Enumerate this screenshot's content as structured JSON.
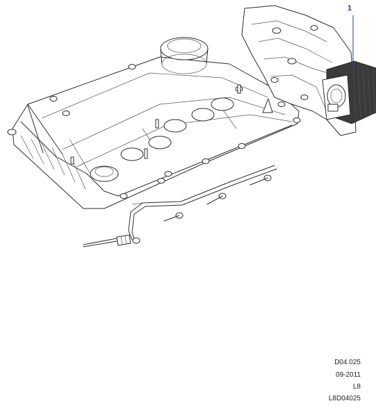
{
  "diagram": {
    "callouts": [
      {
        "label": "1"
      }
    ],
    "reference": {
      "code": "D04.025",
      "date": "09-2011",
      "model": "L8",
      "drawing_id": "L8D04025"
    },
    "colors": {
      "callout": "#1a3fa8",
      "line": "#2b2b2b",
      "module": "#3a3a3a"
    }
  }
}
